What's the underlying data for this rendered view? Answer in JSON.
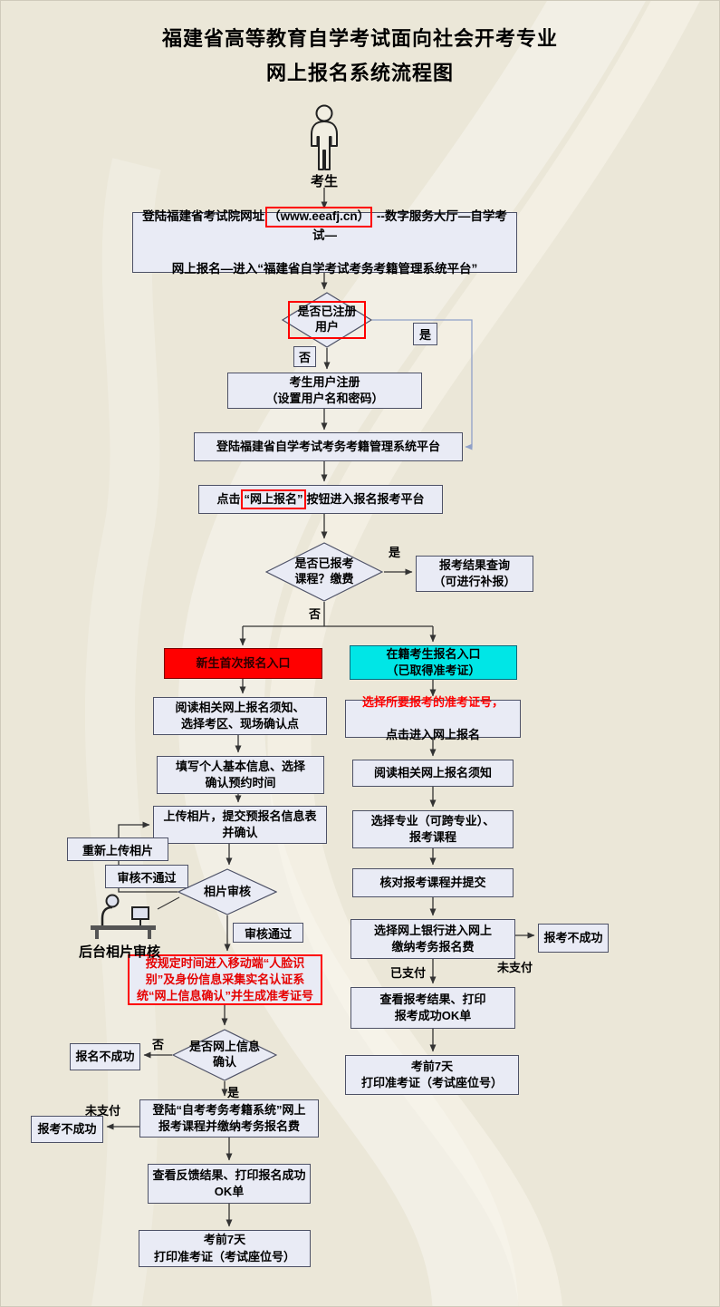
{
  "title": {
    "line1": "福建省高等教育自学考试面向社会开考专业",
    "line2": "网上报名系统流程图"
  },
  "actor": {
    "label": "考生"
  },
  "flow": {
    "login": {
      "pre": "登陆福建省考试院网址",
      "url": "（www.eeafj.cn）",
      "post": " --数字服务大厅—自学考试—",
      "line2": "网上报名—进入“福建省自学考试考务考籍管理系统平台”"
    },
    "registered_check": {
      "text": "是否已注册\n用户",
      "yes": "是",
      "no": "否"
    },
    "register": "考生用户注册\n（设置用户名和密码）",
    "login_system": "登陆福建省自学考试考务考籍管理系统平台",
    "click_online": {
      "pre": "点击",
      "highlight": "“网上报名”",
      "post": "按钮进入报名报考平台"
    },
    "applied_check": {
      "text": "是否已报考\n课程？缴费",
      "yes": "是",
      "no": "否"
    },
    "result_query": "报考结果查询\n（可进行补报）",
    "new_entry": "新生首次报名入口",
    "old_entry": "在籍考生报名入口\n（已取得准考证）"
  },
  "left": {
    "read_notice": "阅读相关网上报名须知、\n选择考区、现场确认点",
    "fill_info": "填写个人基本信息、选择\n确认预约时间",
    "upload_photo": "上传相片，提交预报名信息表\n并确认",
    "reupload": "重新上传相片",
    "review_fail": "审核不通过",
    "photo_review": "相片审核",
    "backstage": "后台相片审核",
    "review_pass": "审核通过",
    "face_id": "按规定时间进入移动端“人脸识别”及身份信息采集实名认证系统“网上信息确认”并生成准考证号",
    "confirm_check": {
      "text": "是否网上信息\n确认",
      "yes": "是",
      "no": "否"
    },
    "reg_fail": "报名不成功",
    "pay": "登陆“自考考务考籍系统”网上\n报考课程并缴纳考务报名费",
    "unpaid": "未支付",
    "exam_fail": "报考不成功",
    "feedback": "查看反馈结果、打印报名成功\nOK单",
    "print": "考前7天\n打印准考证（考试座位号）"
  },
  "right": {
    "choose_ticket": {
      "line1": "选择所要报考的准考证号，",
      "line2": "点击进入网上报名"
    },
    "read_notice": "阅读相关网上报名须知",
    "choose_major": "选择专业（可跨专业）、\n报考课程",
    "verify_courses": "核对报考课程并提交",
    "pay_online": "选择网上银行进入网上\n缴纳考务报名费",
    "unpaid": "未支付",
    "exam_fail": "报考不成功",
    "paid": "已支付",
    "view_result": "查看报考结果、打印\n报考成功OK单",
    "print": "考前7天\n打印准考证（考试座位号）"
  },
  "colors": {
    "accent_red": "#ff0000",
    "entry_new_bg": "#ff0000",
    "entry_old_bg": "#00e6e6",
    "box_bg": "#e9ebf5",
    "line": "#333333",
    "background": "#ebe7d8"
  }
}
